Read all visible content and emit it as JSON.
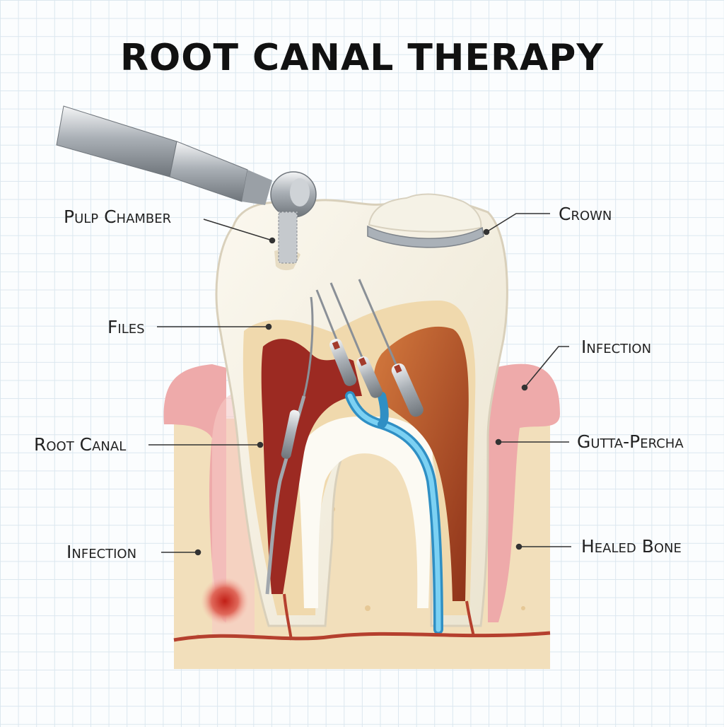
{
  "title": "ROOT CANAL THERAPY",
  "labels": {
    "pulp_chamber": "Pulp Chamber",
    "files": "Files",
    "root_canal": "Root Canal",
    "infection_left": "Infection",
    "crown": "Crown",
    "infection_right": "Infection",
    "gutta_percha": "Gutta-Percha",
    "healed_bone": "Healed Bone"
  },
  "colors": {
    "enamel": "#f6f2e6",
    "dentin": "#f0d9ad",
    "pulp": "#9c2a22",
    "gum": "#eeaaaa",
    "bone": "#f2dfbb",
    "gutta_percha": "#4fb3e0",
    "metal": "#b7bcc2",
    "infection": "#d43a2c"
  }
}
